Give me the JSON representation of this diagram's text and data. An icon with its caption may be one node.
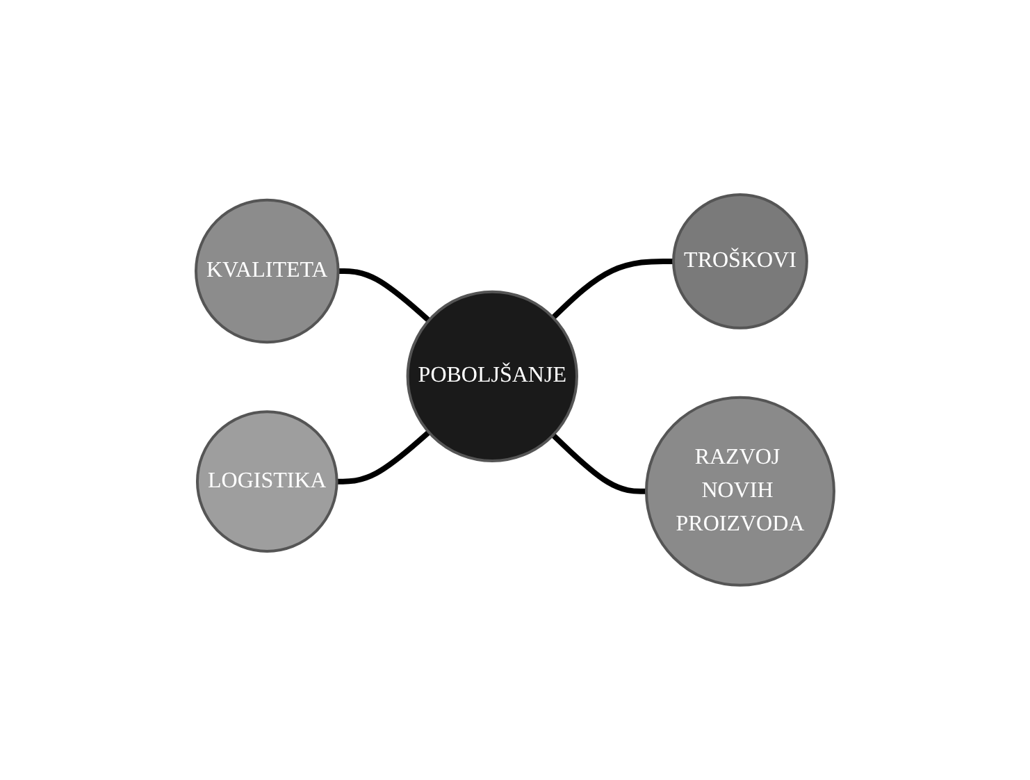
{
  "diagram": {
    "nodes": [
      {
        "text": [
          "KVALITETA"
        ]
      },
      {
        "text": [
          "LOGISTIKA"
        ]
      },
      {
        "text": [
          "POBOLJŠANJE"
        ]
      },
      {
        "text": [
          "TROŠKOVI"
        ]
      },
      {
        "text": [
          "RAZVOJ NOVIH PROIZVODA"
        ]
      }
    ],
    "edges": [
      {
        "from": 0,
        "to": 2,
        "arrow": "none"
      },
      {
        "from": 1,
        "to": 2,
        "arrow": "none"
      },
      {
        "from": 2,
        "to": 3,
        "arrow": "none"
      },
      {
        "from": 2,
        "to": 4,
        "arrow": "none"
      }
    ]
  }
}
